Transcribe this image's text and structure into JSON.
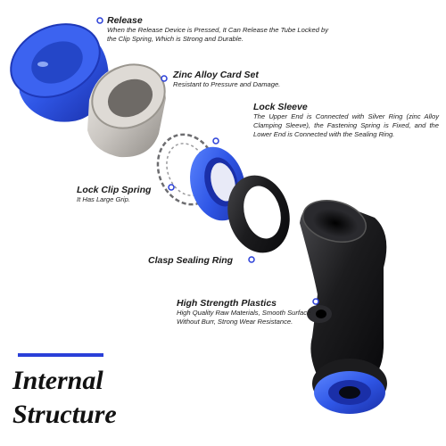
{
  "labels": {
    "release": {
      "title": "Release",
      "desc": "When the Release Device is Pressed, It Can Release the Tube Locked by the Clip Spring, Which is Strong and Durable."
    },
    "zinc": {
      "title": "Zinc Alloy Card Set",
      "desc": "Resistant to Pressure and Damage."
    },
    "sleeve": {
      "title": "Lock Sleeve",
      "desc": "The Upper End is Connected with Silver Ring (zinc Alloy Clamping Sleeve), the Fastening Spring is Fixed, and the Lower End is Connected with the Sealing Ring."
    },
    "spring": {
      "title": "Lock Clip Spring",
      "desc": "It Has Large Grip."
    },
    "sealing": {
      "title": "Clasp Sealing Ring"
    },
    "plastics": {
      "title": "High Strength Plastics",
      "desc": "High Quality Raw Materials, Smooth Surface Without Burr, Strong Wear Resistance."
    }
  },
  "heading": {
    "line1": "Internal",
    "line2": "Structure"
  },
  "colors": {
    "accent": "#2a3fd8",
    "blue_part": "#2f56e6",
    "silver_part": "#c9c5c0",
    "black_part": "#1c1c1e"
  }
}
